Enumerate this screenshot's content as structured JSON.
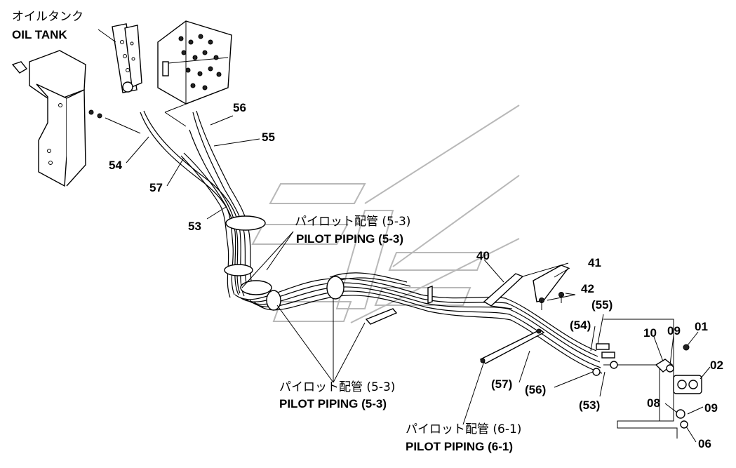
{
  "labels": {
    "oil_tank_jp": "オイルタンク",
    "oil_tank_en": "OIL TANK",
    "pilot_53_top_jp": "パイロット配管 (5-3)",
    "pilot_53_top_en": "PILOT PIPING (5-3)",
    "pilot_53_bottom_jp": "パイロット配管 (5-3)",
    "pilot_53_bottom_en": "PILOT PIPING (5-3)",
    "pilot_61_jp": "パイロット配管 (6-1)",
    "pilot_61_en": "PILOT PIPING (6-1)"
  },
  "part_numbers": {
    "p56": "56",
    "p55": "55",
    "p54": "54",
    "p57": "57",
    "p53": "53",
    "p40": "40",
    "p41": "41",
    "p42": "42",
    "p55_paren": "(55)",
    "p54_paren": "(54)",
    "p57_paren": "(57)",
    "p56_paren": "(56)",
    "p53_paren": "(53)",
    "p10": "10",
    "p09_top": "09",
    "p01": "01",
    "p02": "02",
    "p08": "08",
    "p09_bottom": "09",
    "p06": "06"
  }
}
